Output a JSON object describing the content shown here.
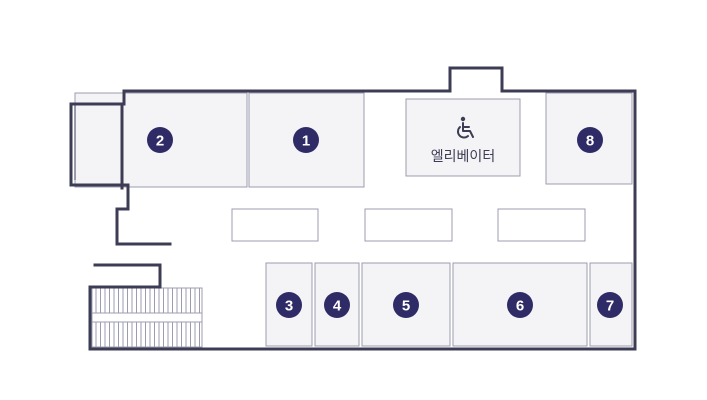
{
  "floorplan": {
    "rooms": [
      {
        "id": "1",
        "label": "1"
      },
      {
        "id": "2",
        "label": "2"
      },
      {
        "id": "3",
        "label": "3"
      },
      {
        "id": "4",
        "label": "4"
      },
      {
        "id": "5",
        "label": "5"
      },
      {
        "id": "6",
        "label": "6"
      },
      {
        "id": "7",
        "label": "7"
      },
      {
        "id": "8",
        "label": "8"
      }
    ],
    "elevator": {
      "label": "엘리베이터",
      "icon": "wheelchair-icon"
    }
  },
  "colors": {
    "badge": "#2f2b66",
    "wall": "#3c3c55",
    "room_fill": "#f4f4f6",
    "room_border": "#9c9cb0"
  }
}
